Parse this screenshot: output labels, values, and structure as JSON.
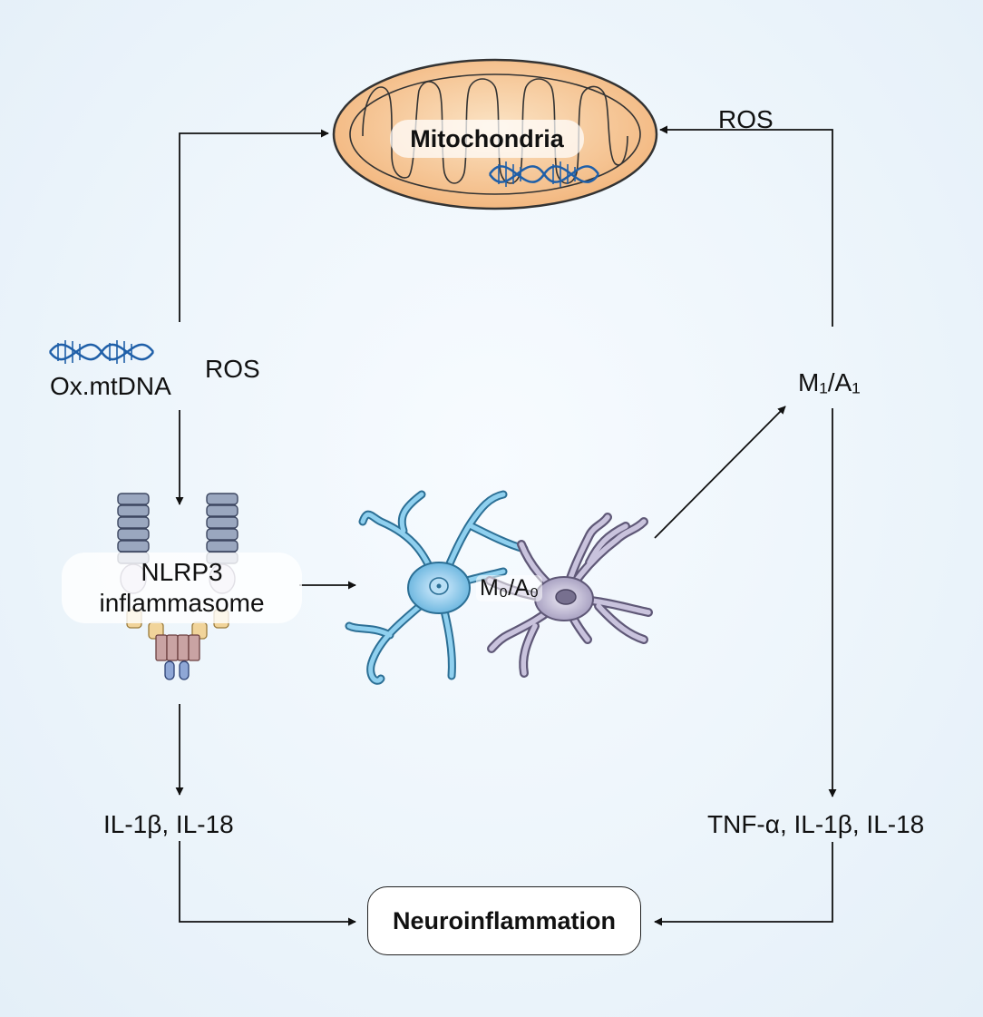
{
  "labels": {
    "mitochondria": "Mitochondria",
    "ros_top_right": "ROS",
    "ox_mtdna": "Ox.mtDNA",
    "ros_left": "ROS",
    "m1_a1": "M₁/A₁",
    "nlrp3_line1": "NLRP3",
    "nlrp3_line2": "inflammasome",
    "m0_a0": "M₀/A₀",
    "il_left": "IL-1β, IL-18",
    "cytokines_right": "TNF-α, IL-1β, IL-18",
    "neuroinflammation": "Neuroinflammation"
  },
  "colors": {
    "mito_fill": "#f5c592",
    "mito_stroke": "#333333",
    "dna_blue": "#1f5fa8",
    "microglia_blue": "#7ec3e6",
    "astrocyte_purple": "#b9b3cf",
    "receptor_slate": "#9aa7bf",
    "receptor_yellow": "#f1d49a",
    "receptor_mauve": "#c9a3a3",
    "arrow": "#111111"
  },
  "icons": [
    "mitochondria-icon",
    "dna-helix-icon",
    "nlrp3-receptor-icon",
    "microglia-cell-icon",
    "astrocyte-cell-icon"
  ]
}
